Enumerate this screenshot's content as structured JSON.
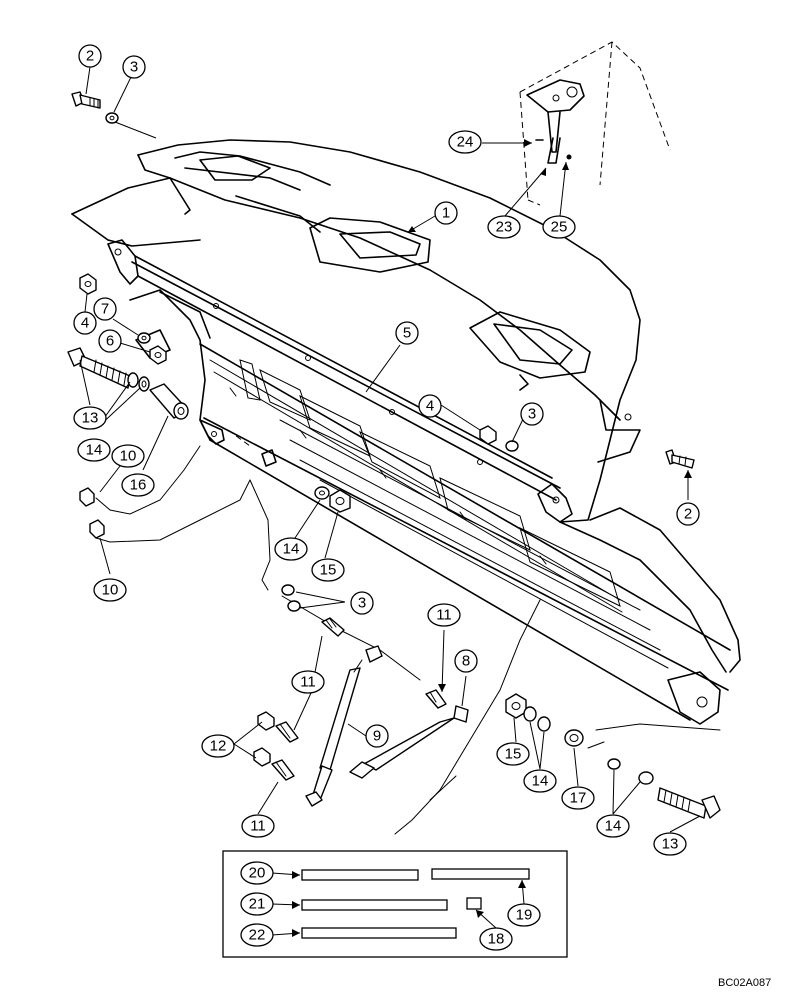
{
  "drawing": {
    "reference_code": "BC02A087"
  },
  "callouts": [
    {
      "id": "c2a",
      "label": "2"
    },
    {
      "id": "c3a",
      "label": "3"
    },
    {
      "id": "c1",
      "label": "1"
    },
    {
      "id": "c24",
      "label": "24"
    },
    {
      "id": "c23",
      "label": "23"
    },
    {
      "id": "c25",
      "label": "25"
    },
    {
      "id": "c4a",
      "label": "4"
    },
    {
      "id": "c7",
      "label": "7"
    },
    {
      "id": "c6",
      "label": "6"
    },
    {
      "id": "c5",
      "label": "5"
    },
    {
      "id": "c13a",
      "label": "13"
    },
    {
      "id": "c14a",
      "label": "14"
    },
    {
      "id": "c4b",
      "label": "4"
    },
    {
      "id": "c3b",
      "label": "3"
    },
    {
      "id": "c10a",
      "label": "10"
    },
    {
      "id": "c16",
      "label": "16"
    },
    {
      "id": "c2b",
      "label": "2"
    },
    {
      "id": "c14b",
      "label": "14"
    },
    {
      "id": "c15a",
      "label": "15"
    },
    {
      "id": "c10b",
      "label": "10"
    },
    {
      "id": "c3c",
      "label": "3"
    },
    {
      "id": "c11a",
      "label": "11"
    },
    {
      "id": "c8",
      "label": "8"
    },
    {
      "id": "c11b",
      "label": "11"
    },
    {
      "id": "c9",
      "label": "9"
    },
    {
      "id": "c12",
      "label": "12"
    },
    {
      "id": "c15b",
      "label": "15"
    },
    {
      "id": "c14c",
      "label": "14"
    },
    {
      "id": "c17",
      "label": "17"
    },
    {
      "id": "c11c",
      "label": "11"
    },
    {
      "id": "c14d",
      "label": "14"
    },
    {
      "id": "c13b",
      "label": "13"
    },
    {
      "id": "c20",
      "label": "20"
    },
    {
      "id": "c19",
      "label": "19"
    },
    {
      "id": "c21",
      "label": "21"
    },
    {
      "id": "c18",
      "label": "18"
    },
    {
      "id": "c22",
      "label": "22"
    }
  ]
}
